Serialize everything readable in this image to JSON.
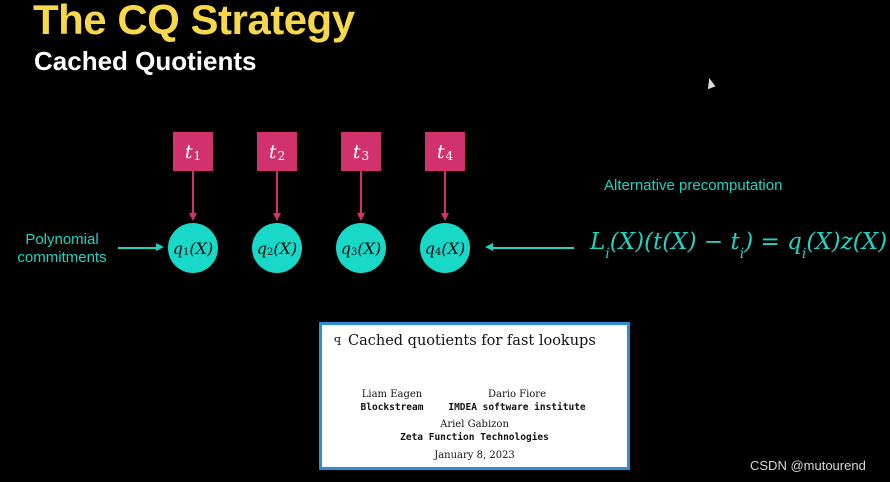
{
  "header": {
    "title": "The CQ Strategy",
    "subtitle": "Cached Quotients"
  },
  "diagram": {
    "tables": [
      {
        "var": "t",
        "sub": "1"
      },
      {
        "var": "t",
        "sub": "2"
      },
      {
        "var": "t",
        "sub": "3"
      },
      {
        "var": "t",
        "sub": "4"
      }
    ],
    "quotients": [
      {
        "var": "q",
        "sub": "1",
        "arg": "(X)"
      },
      {
        "var": "q",
        "sub": "2",
        "arg": "(X)"
      },
      {
        "var": "q",
        "sub": "3",
        "arg": "(X)"
      },
      {
        "var": "q",
        "sub": "4",
        "arg": "(X)"
      }
    ],
    "left_label_line1": "Polynomial",
    "left_label_line2": "commitments",
    "right_label": "Alternative precomputation",
    "equation": {
      "L": "L",
      "L_sub": "i",
      "part1": "(X)(t(X) − t",
      "t_sub": "i",
      "part2": ") = q",
      "q_sub": "i",
      "part3": "(X)z(X)"
    }
  },
  "paper": {
    "logo": "ꟼ",
    "title": "Cached quotients for fast lookups",
    "authors": [
      {
        "name": "Liam Eagen",
        "affiliation": "Blockstream"
      },
      {
        "name": "Dario Fiore",
        "affiliation": "IMDEA software institute"
      },
      {
        "name": "Ariel Gabizon",
        "affiliation": "Zeta Function Technologies"
      }
    ],
    "date": "January 8, 2023"
  },
  "watermark": "CSDN @mutourend",
  "colors": {
    "title": "#f6d84a",
    "box": "#d1326e",
    "circle": "#18d8c8",
    "accent_text": "#20d4c4",
    "paper_border": "#2a8fd6"
  }
}
